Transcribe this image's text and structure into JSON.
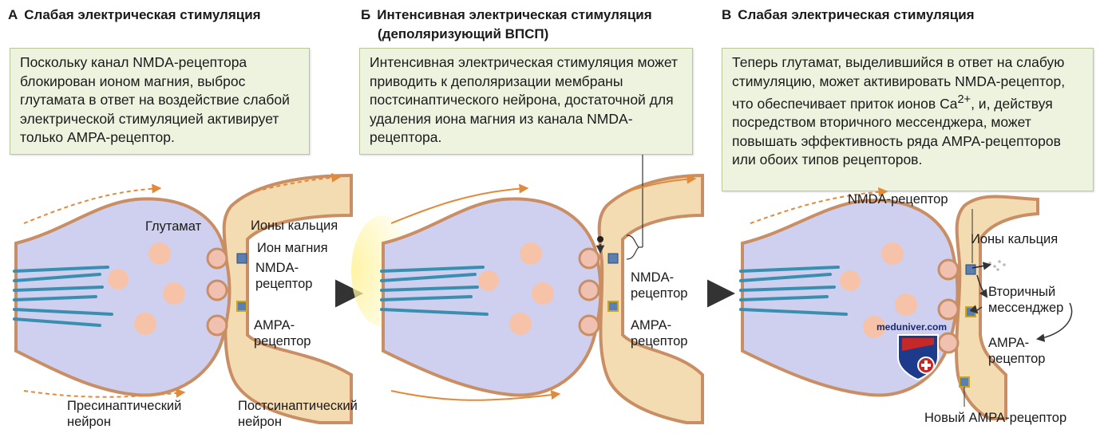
{
  "panels": [
    {
      "letter": "А",
      "title": "Слабая электрическая стимуляция",
      "note": "Поскольку канал NMDA-рецептора блокирован ионом магния, выброс глутамата в ответ на воздействие слабой электрической стимуляцией активирует только АМРА-рецептор.",
      "labels": {
        "glutamate": "Глутамат",
        "calcium": "Ионы кальция",
        "magnesium": "Ион магния",
        "nmda": "NMDA-\nрецептор",
        "ampa": "АМРА-\nрецептор",
        "presynaptic": "Пресинаптический\nнейрон",
        "postsynaptic": "Постсинаптический\nнейрон"
      }
    },
    {
      "letter": "Б",
      "title": "Интенсивная электрическая стимуляция",
      "subtitle": "(деполяризующий ВПСП)",
      "note": "Интенсивная электрическая стимуляция может приводить к деполяризации мембраны постсинаптического нейрона, достаточной для удаления иона магния из канала NMDA-рецептора.",
      "labels": {
        "nmda": "NMDA-\nрецептор",
        "ampa": "АМРА-\nрецептор"
      }
    },
    {
      "letter": "В",
      "title": "Слабая электрическая стимуляция",
      "note_html": "Теперь глутамат, выделившийся в ответ на слабую стимуляцию, может активировать NMDA-рецептор, что обеспечивает приток ионов Ca<sup>2+</sup>, и, действуя посредством вторичного мессенджера, может повышать эффективность ряда АМРА-рецепторов или обоих типов рецепторов.",
      "labels": {
        "nmda": "NMDA-рецептор",
        "calcium": "Ионы кальция",
        "messenger": "Вторичный\nмессенджер",
        "ampa": "АМРА-\nрецептор",
        "new_ampa": "Новый АМРА-рецептор"
      }
    }
  ],
  "watermark": "meduniver.com",
  "colors": {
    "presynaptic_fill": "#cfd0ef",
    "membrane": "#c98e63",
    "postsynaptic_fill": "#f3dcb2",
    "note_bg": "#eef3e0",
    "filament": "#3a8fb0",
    "vesicle": "#f6c3a8",
    "arrow": "#e08a3a"
  },
  "icons": [
    "right-arrow-icon",
    "shield-icon"
  ]
}
